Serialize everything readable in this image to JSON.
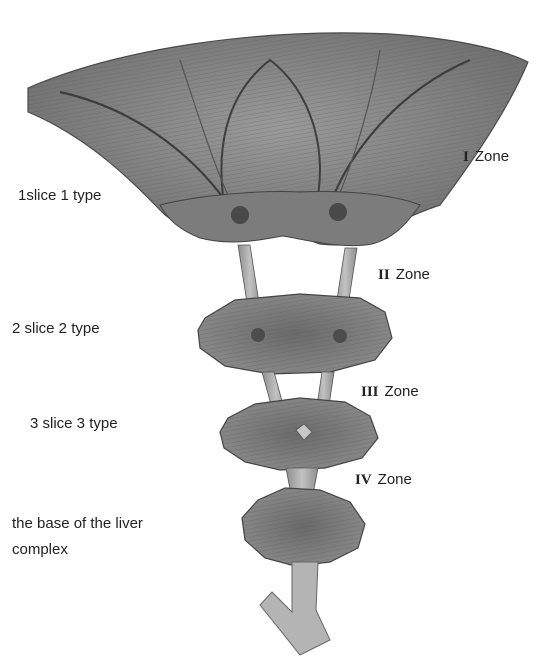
{
  "zones": [
    {
      "numeral": "I",
      "word": "Zone"
    },
    {
      "numeral": "II",
      "word": "Zone"
    },
    {
      "numeral": "III",
      "word": "Zone"
    },
    {
      "numeral": "IV",
      "word": "Zone"
    }
  ],
  "slices": [
    {
      "label": "1slice 1 type"
    },
    {
      "label": "2 slice 2 type"
    },
    {
      "label": "3 slice 3 type"
    }
  ],
  "base": {
    "label": "the base of the liver complex"
  },
  "colors": {
    "structure_fill": "#8a8a8a",
    "structure_dark": "#4a4a4a",
    "hatch": "#5c5c5c",
    "stem": "#b0b0b0"
  }
}
